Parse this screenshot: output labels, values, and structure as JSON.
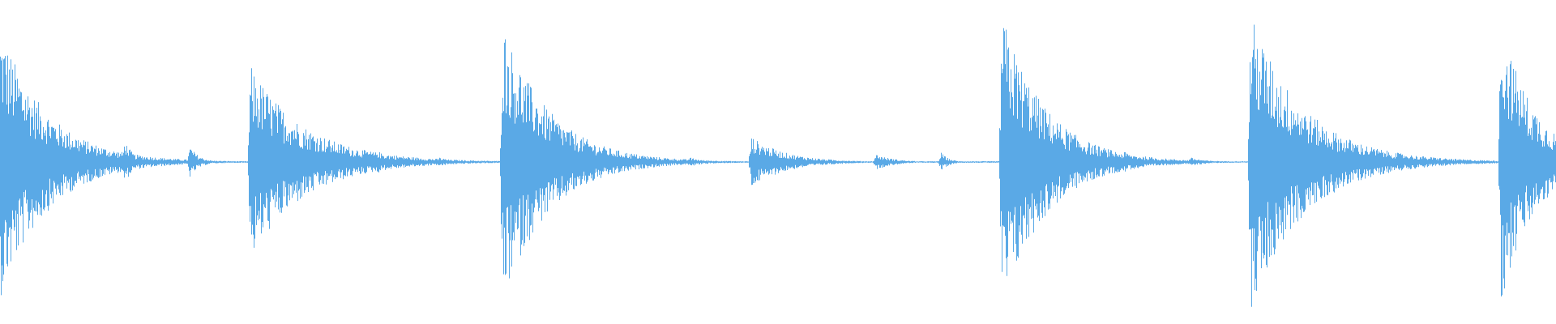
{
  "waveform": {
    "color": "#5aa9e6",
    "background": "#ffffff",
    "baseline_amplitude": 0.005,
    "events": [
      {
        "time": 0.0,
        "peak": 0.86,
        "decay": 0.03,
        "kind": "hit"
      },
      {
        "time": 0.032,
        "peak": 0.14,
        "decay": 0.01,
        "kind": "echo"
      },
      {
        "time": 0.08,
        "peak": 0.14,
        "decay": 0.006,
        "kind": "echo"
      },
      {
        "time": 0.122,
        "peak": 0.1,
        "decay": 0.006,
        "kind": "echo"
      },
      {
        "time": 0.161,
        "peak": 0.61,
        "decay": 0.035,
        "kind": "hit"
      },
      {
        "time": 0.242,
        "peak": 0.08,
        "decay": 0.008,
        "kind": "echo"
      },
      {
        "time": 0.282,
        "peak": 0.03,
        "decay": 0.01,
        "kind": "echo"
      },
      {
        "time": 0.323,
        "peak": 0.88,
        "decay": 0.03,
        "kind": "hit"
      },
      {
        "time": 0.352,
        "peak": 0.1,
        "decay": 0.01,
        "kind": "echo"
      },
      {
        "time": 0.443,
        "peak": 0.03,
        "decay": 0.01,
        "kind": "echo"
      },
      {
        "time": 0.483,
        "peak": 0.16,
        "decay": 0.022,
        "kind": "hit"
      },
      {
        "time": 0.563,
        "peak": 0.05,
        "decay": 0.012,
        "kind": "echo"
      },
      {
        "time": 0.605,
        "peak": 0.06,
        "decay": 0.005,
        "kind": "echo"
      },
      {
        "time": 0.644,
        "peak": 0.94,
        "decay": 0.028,
        "kind": "hit"
      },
      {
        "time": 0.68,
        "peak": 0.14,
        "decay": 0.01,
        "kind": "echo"
      },
      {
        "time": 0.723,
        "peak": 0.07,
        "decay": 0.008,
        "kind": "echo"
      },
      {
        "time": 0.765,
        "peak": 0.03,
        "decay": 0.01,
        "kind": "echo"
      },
      {
        "time": 0.804,
        "peak": 0.94,
        "decay": 0.034,
        "kind": "hit"
      },
      {
        "time": 0.885,
        "peak": 0.05,
        "decay": 0.012,
        "kind": "echo"
      },
      {
        "time": 0.925,
        "peak": 0.03,
        "decay": 0.008,
        "kind": "echo"
      },
      {
        "time": 0.965,
        "peak": 0.9,
        "decay": 0.022,
        "kind": "hit"
      },
      {
        "time": 0.985,
        "peak": 0.28,
        "decay": 0.012,
        "kind": "echo"
      }
    ]
  }
}
